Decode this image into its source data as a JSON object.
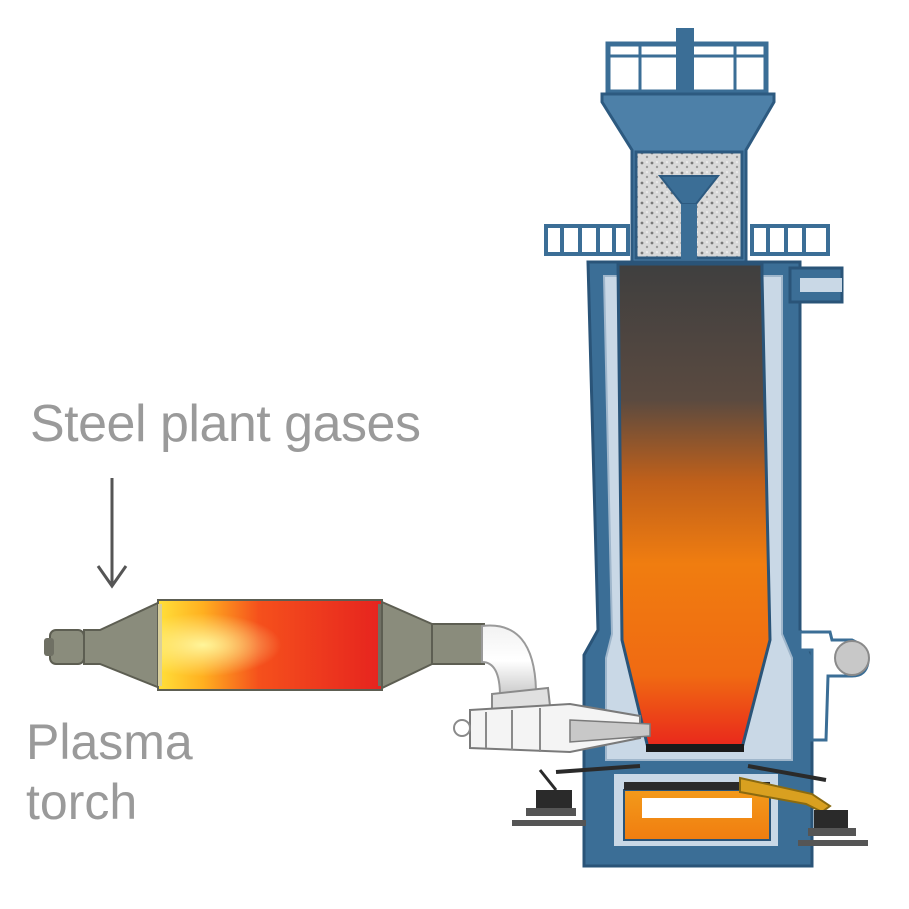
{
  "labels": {
    "steel_plant_gases": "Steel plant gases",
    "plasma_torch_line1": "Plasma",
    "plasma_torch_line2": "torch"
  },
  "colors": {
    "label_text": "#9a9a9a",
    "furnace_shell": "#3b6e96",
    "furnace_lining": "#c9d8e6",
    "hot_orange": "#f07d10",
    "hot_red": "#e9261c",
    "torch_body": "#8a8c7c"
  }
}
